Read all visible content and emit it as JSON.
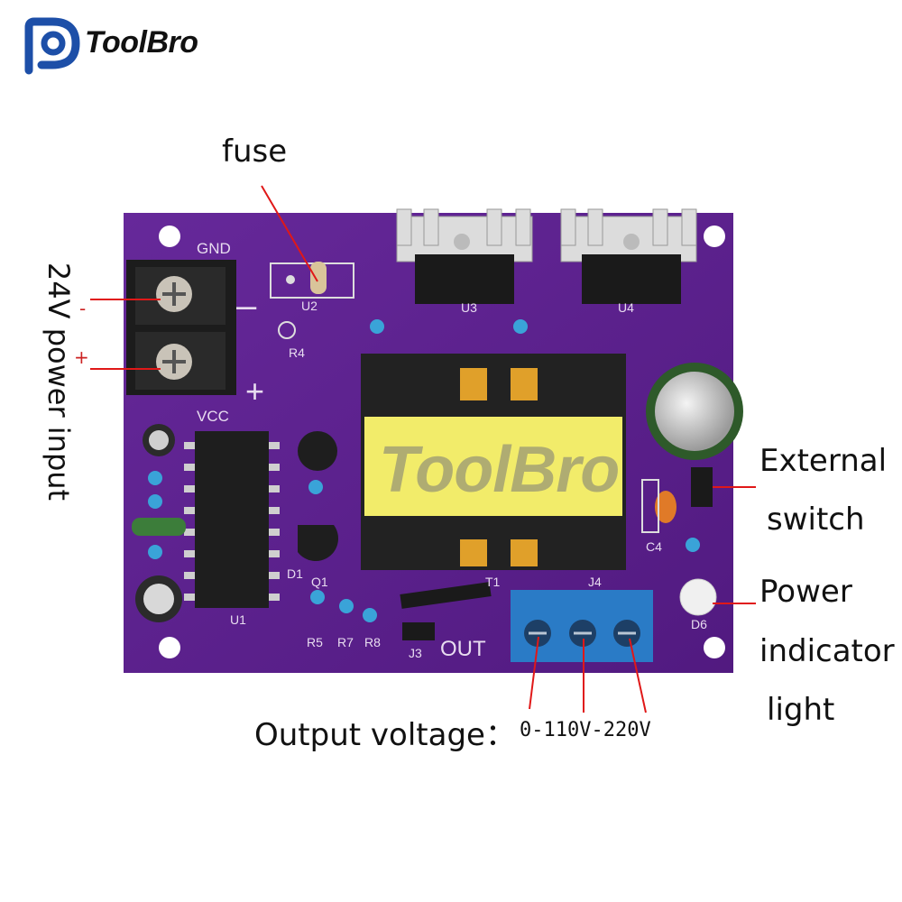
{
  "brand": {
    "name": "ToolBro",
    "watermark": "ToolBro"
  },
  "labels": {
    "fuse": "fuse",
    "power_input": "24V power input",
    "minus": "-",
    "plus": "+",
    "external_switch_line1": "External",
    "external_switch_line2": "switch",
    "power_indicator_line1": "Power",
    "power_indicator_line2": "indicator",
    "power_indicator_line3": "light",
    "output_voltage": "Output voltage：",
    "output_values": "0-110V-220V"
  },
  "board": {
    "gnd": "GND",
    "vcc": "VCC",
    "out": "OUT",
    "u1": "U1",
    "u2": "U2",
    "u3": "U3",
    "u4": "U4",
    "t1": "T1",
    "j3": "J3",
    "j4": "J4",
    "d1": "D1",
    "d6": "D6",
    "q1": "Q1",
    "r4": "R4",
    "r5": "R5",
    "r7": "R7",
    "r8": "R8",
    "c4": "C4"
  },
  "colors": {
    "pcb": "#5b1f8e",
    "terminal_blue": "#2a7bc6",
    "transformer_yellow": "#f2ec6a",
    "pointer_red": "#e01818",
    "brand_blue": "#1d4fa8"
  }
}
